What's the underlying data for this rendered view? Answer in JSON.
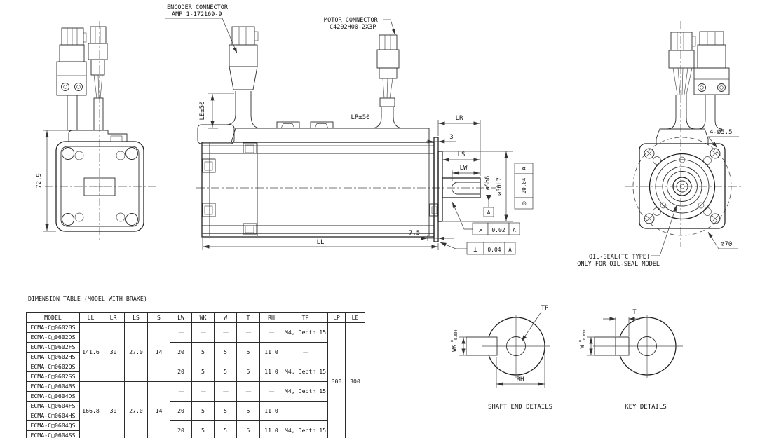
{
  "colors": {
    "background": "#ffffff",
    "line": "#1f1f1f",
    "dim_line": "#3c3c3c",
    "dash_value": "#8d8d8d"
  },
  "callouts": {
    "encoder_connector_line1": "ENCODER CONNECTOR",
    "encoder_connector_line2": "AMP 1-172169-9",
    "motor_connector_line1": "MOTOR CONNECTOR",
    "motor_connector_line2": "C4202H00-2X3P",
    "oil_seal_line1": "OIL-SEAL(TC TYPE)",
    "oil_seal_line2": "ONLY FOR OIL-SEAL MODEL",
    "mounting_holes": "4-Ø5.5",
    "bolt_circle_dia": "⌀70"
  },
  "dims": {
    "cable_le": "LE±50",
    "cable_lp": "LP±50",
    "lr": "LR",
    "flange_thickness": "3",
    "ls": "LS",
    "lw": "LW",
    "shaft_dia": "øSh6",
    "pilot_dia": "⌀50h7",
    "front_offset": "7.5",
    "ll": "LL",
    "body_height": "72.9"
  },
  "gdt": {
    "datum": "A",
    "concentricity": {
      "symbol": "◎",
      "value": "Ø0.04",
      "datum": "A"
    },
    "runout": {
      "symbol": "↗",
      "value": "0.02",
      "datum": "A"
    },
    "perpendicularity": {
      "symbol": "⊥",
      "value": "0.04",
      "datum": "A"
    }
  },
  "details": {
    "shaft_end": {
      "caption": "SHAFT END DETAILS",
      "tap": "TP",
      "rh": "RH",
      "wk": "WK",
      "tol_upper": "0",
      "tol_lower": "-0.030"
    },
    "key": {
      "caption": "KEY DETAILS",
      "t": "T",
      "w": "W",
      "tol_upper": "0",
      "tol_lower": "-0.030"
    }
  },
  "table": {
    "title": "DIMENSION TABLE (MODEL WITH BRAKE)",
    "headers": [
      "MODEL",
      "LL",
      "LR",
      "LS",
      "S",
      "LW",
      "WK",
      "W",
      "T",
      "RH",
      "TP",
      "LP",
      "LE"
    ],
    "models": [
      "ECMA-C□0602BS",
      "ECMA-C□0602DS",
      "ECMA-C□0602FS",
      "ECMA-C□0602HS",
      "ECMA-C□0602QS",
      "ECMA-C□0602SS",
      "ECMA-C□0604BS",
      "ECMA-C□0604DS",
      "ECMA-C□0604FS",
      "ECMA-C□0604HS",
      "ECMA-C□0604QS",
      "ECMA-C□0604SS"
    ],
    "g602": {
      "LL": "141.6",
      "LR": "30",
      "LS": "27.0",
      "S": "14"
    },
    "g604": {
      "LL": "166.8",
      "LR": "30",
      "LS": "27.0",
      "S": "14"
    },
    "pairs": [
      {
        "LW": "——",
        "WK": "——",
        "W": "——",
        "T": "——",
        "RH": "——",
        "TP": "M4, Depth 15"
      },
      {
        "LW": "20",
        "WK": "5",
        "W": "5",
        "T": "5",
        "RH": "11.0",
        "TP": "——"
      },
      {
        "LW": "20",
        "WK": "5",
        "W": "5",
        "T": "5",
        "RH": "11.0",
        "TP": "M4, Depth 15"
      },
      {
        "LW": "——",
        "WK": "——",
        "W": "——",
        "T": "——",
        "RH": "——",
        "TP": "M4, Depth 15"
      },
      {
        "LW": "20",
        "WK": "5",
        "W": "5",
        "T": "5",
        "RH": "11.0",
        "TP": "——"
      },
      {
        "LW": "20",
        "WK": "5",
        "W": "5",
        "T": "5",
        "RH": "11.0",
        "TP": "M4, Depth 15"
      }
    ],
    "LP": "300",
    "LE": "300"
  }
}
